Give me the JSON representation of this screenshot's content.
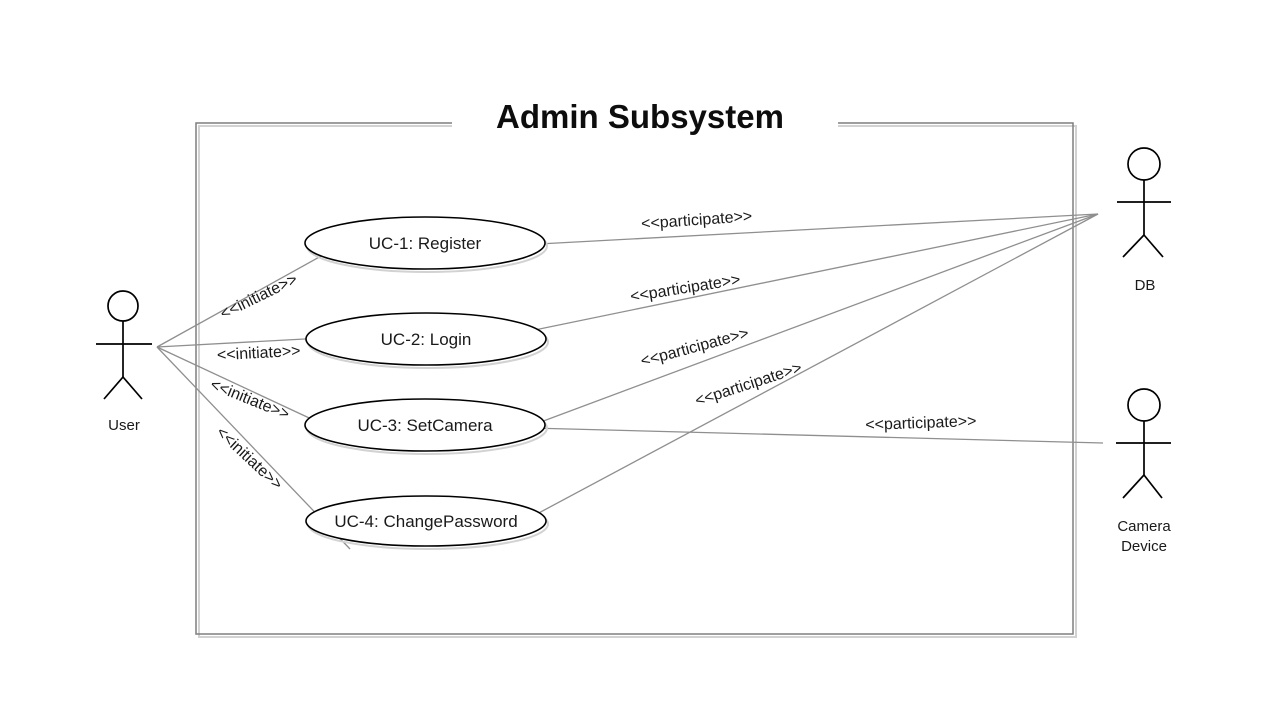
{
  "diagram": {
    "title": "Admin Subsystem",
    "actors": [
      {
        "id": "user",
        "lines": [
          "User"
        ]
      },
      {
        "id": "db",
        "lines": [
          "DB"
        ]
      },
      {
        "id": "camera-device",
        "lines": [
          "Camera",
          "Device"
        ]
      }
    ],
    "use_cases": [
      {
        "id": "UC-1",
        "label": "UC-1: Register"
      },
      {
        "id": "UC-2",
        "label": "UC-2: Login"
      },
      {
        "id": "UC-3",
        "label": "UC-3: SetCamera"
      },
      {
        "id": "UC-4",
        "label": "UC-4: ChangePassword"
      }
    ],
    "relationships": [
      {
        "from": "User",
        "to": "UC-1: Register",
        "stereotype": "<<initiate>>"
      },
      {
        "from": "User",
        "to": "UC-2: Login",
        "stereotype": "<<initiate>>"
      },
      {
        "from": "User",
        "to": "UC-3: SetCamera",
        "stereotype": "<<initiate>>"
      },
      {
        "from": "User",
        "to": "UC-4: ChangePassword",
        "stereotype": "<<initiate>>"
      },
      {
        "from": "UC-1: Register",
        "to": "DB",
        "stereotype": "<<participate>>"
      },
      {
        "from": "UC-2: Login",
        "to": "DB",
        "stereotype": "<<participate>>"
      },
      {
        "from": "UC-3: SetCamera",
        "to": "DB",
        "stereotype": "<<participate>>"
      },
      {
        "from": "UC-4: ChangePassword",
        "to": "DB",
        "stereotype": "<<participate>>"
      },
      {
        "from": "UC-3: SetCamera",
        "to": "Camera Device",
        "stereotype": "<<participate>>"
      }
    ],
    "colors": {
      "relationship_line": "#8f8f8f",
      "boundary_stroke": "#7f7f7f",
      "shape_stroke": "#000000",
      "text": "#1a1a1a",
      "background": "#ffffff"
    }
  }
}
